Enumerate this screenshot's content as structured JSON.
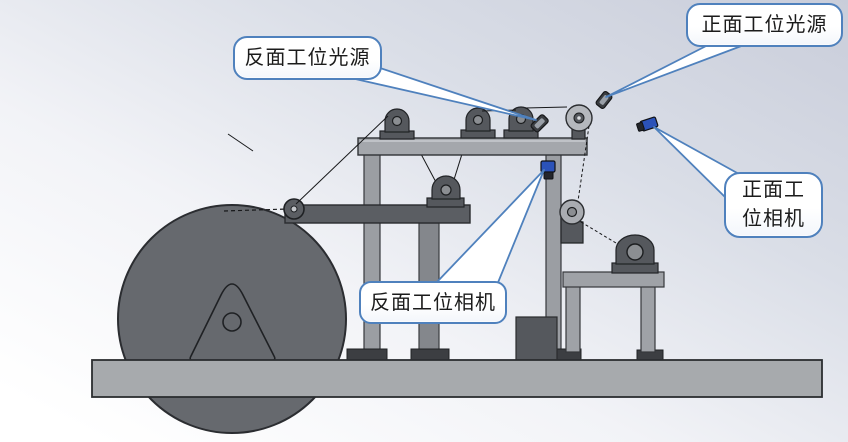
{
  "figure": {
    "title": "machine-vision inspection station assembly diagram",
    "callouts": [
      {
        "id": "back-station-light",
        "label": "反面工位光源"
      },
      {
        "id": "front-station-light",
        "label": "正面工位光源"
      },
      {
        "id": "front-station-camera",
        "label": "正面工位相机",
        "lines": [
          "正面工",
          "位相机"
        ]
      },
      {
        "id": "back-station-camera",
        "label": "反面工位相机"
      }
    ]
  },
  "colors": {
    "accent_blue": "#4f81bd",
    "metal_light": "#a4a7ac",
    "metal_mid": "#84878c",
    "metal_dark": "#55585d",
    "wheel_gray": "#66696e",
    "outline": "#2b2d31",
    "camera_blue": "#2b52b8",
    "bg_corner": "#c9cdda"
  }
}
